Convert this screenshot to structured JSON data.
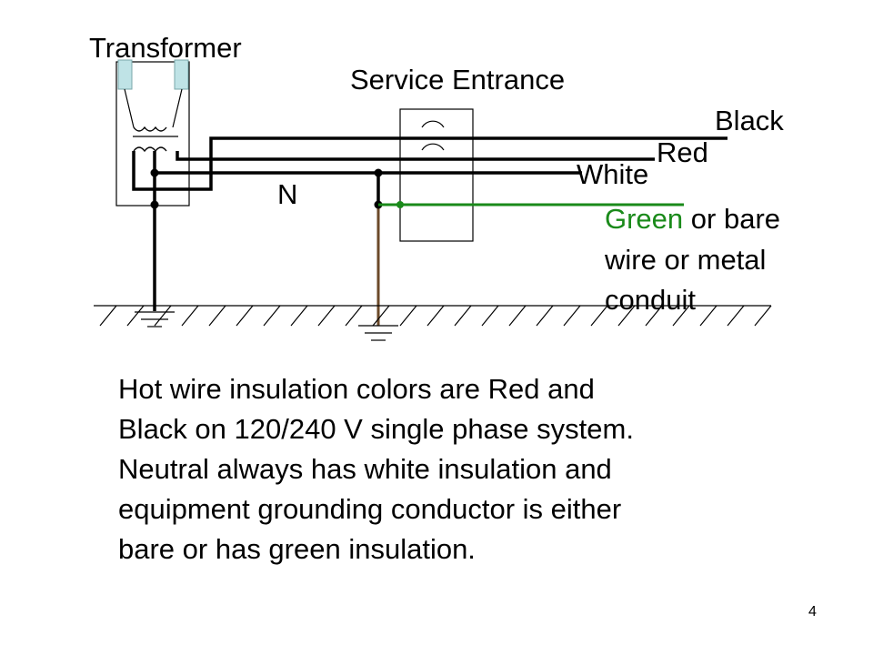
{
  "diagram": {
    "labels": {
      "transformer": "Transformer",
      "service_entrance": "Service Entrance",
      "black": "Black",
      "red": "Red",
      "white": "White",
      "neutral": "N",
      "ground_word1": "Green",
      "ground_rest1": " or bare",
      "ground_line2": "wire or metal",
      "ground_line3": "conduit"
    },
    "colors": {
      "wire_black": "#000000",
      "ground_green": "#1a8a1a",
      "electrode_brown": "#6b4a2a",
      "transformer_bushing": "#bfe3e6"
    }
  },
  "caption": {
    "lines": [
      "Hot wire insulation colors are Red and",
      "Black on 120/240 V single phase system.",
      "Neutral always has white insulation and",
      "equipment grounding conductor is either",
      "bare or has green insulation."
    ]
  },
  "page_number": "4"
}
